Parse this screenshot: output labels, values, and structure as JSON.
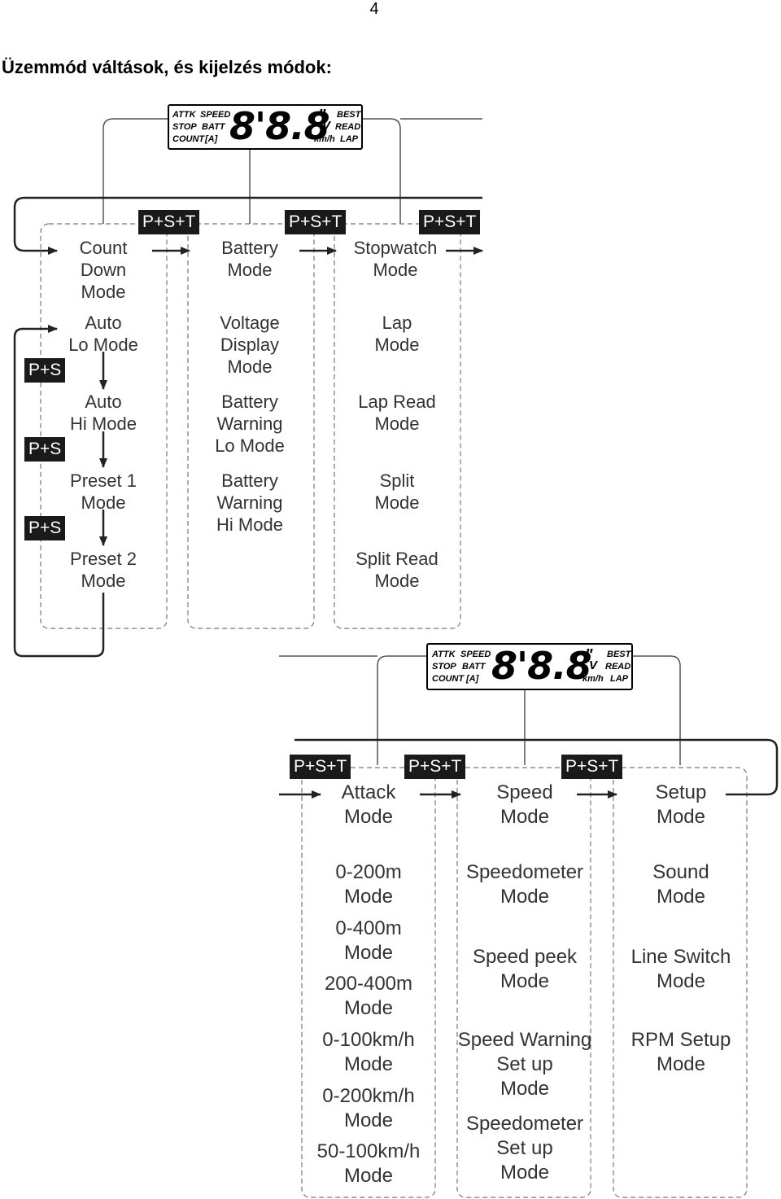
{
  "page_number": "4",
  "heading": "Üzemmód váltások, és kijelzés módok:",
  "lcd": {
    "left_labels": [
      "ATTK",
      "SPEED",
      "STOP",
      "BATT",
      "COUNT",
      "[A]"
    ],
    "digits": "8'8.8",
    "quote": "\"",
    "v": "V",
    "right_labels": [
      "BEST",
      "READ",
      "km/h",
      "LAP"
    ]
  },
  "badges": {
    "pst": "P+S+T",
    "ps": "P+S"
  },
  "top_columns": [
    {
      "title": "Count\nDown\nMode",
      "items": [
        "Auto\nLo Mode",
        "Auto\nHi Mode",
        "Preset 1\nMode",
        "Preset 2\nMode"
      ]
    },
    {
      "title": "Battery\nMode",
      "items": [
        "Voltage\nDisplay\nMode",
        "Battery\nWarning\nLo Mode",
        "Battery\nWarning\nHi Mode"
      ]
    },
    {
      "title": "Stopwatch\nMode",
      "items": [
        "Lap\nMode",
        "Lap Read\nMode",
        "Split\nMode",
        "Split Read\nMode"
      ]
    }
  ],
  "bottom_columns": [
    {
      "title": "Attack\nMode",
      "items": [
        "0-200m\nMode",
        "0-400m\nMode",
        "200-400m\nMode",
        "0-100km/h\nMode",
        "0-200km/h\nMode",
        "50-100km/h\nMode"
      ]
    },
    {
      "title": "Speed\nMode",
      "items": [
        "Speedometer\nMode",
        "Speed peek\nMode",
        "Speed Warning\nSet up\nMode",
        "Speedometer\nSet up\nMode"
      ]
    },
    {
      "title": "Setup\nMode",
      "items": [
        "Sound\nMode",
        "Line Switch\nMode",
        "RPM Setup\nMode"
      ]
    }
  ]
}
